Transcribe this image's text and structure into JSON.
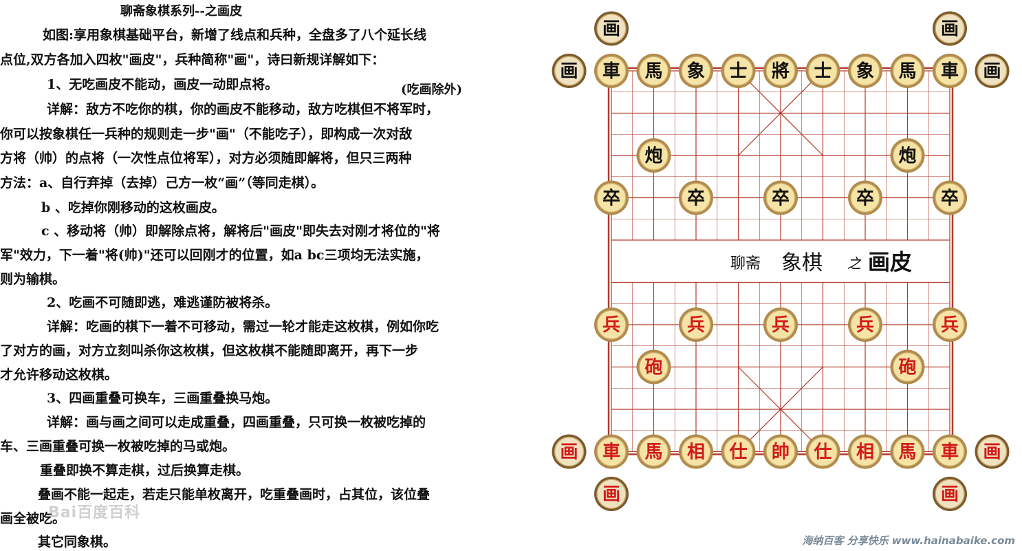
{
  "article": {
    "title": "聊斋象棋系列--之画皮",
    "except_note": "(吃画除外)",
    "lines": [
      "如图:享用象棋基础平台，新增了线点和兵种，全盘多了八个延长线",
      "点位,双方各加入四枚\"画皮\"，兵种简称\"画\"，诗曰新规详解如下：",
      "1、无吃画皮不能动，画皮一动即点将。",
      "详解：敌方不吃你的棋，你的画皮不能移动，敌方吃棋但不将军时，",
      "你可以按象棋任一兵种的规则走一步\"画\"（不能吃子），即构成一次对敌",
      "方将（帅）的点将（一次性点位将军），对方必须随即解将，但只三两种",
      "方法：a、自行弃掉（去掉）己方一枚“画”（等同走棋）。",
      "b 、吃掉你刚移动的这枚画皮。",
      "c 、移动将（帅）即解除点将，解将后\"画皮\"即失去对刚才将位的\"将",
      "军\"效力，下一着\"将(帅)\"还可以回刚才的位置，如a bc三项均无法实施，",
      "则为输棋。",
      "2、吃画不可随即逃，难逃谨防被将杀。",
      "详解：吃画的棋下一着不可移动，需过一轮才能走这枚棋，例如你吃",
      "了对方的画，对方立刻叫杀你这枚棋，但这枚棋不能随即离开，再下一步",
      "才允许移动这枚棋。",
      "3、四画重叠可换车，三画重叠换马炮。",
      "详解：画与画之间可以走成重叠，四画重叠，只可换一枚被吃掉的",
      "车、三画重叠可换一枚被吃掉的马或炮。",
      "重叠即换不算走棋，过后换算走棋。",
      "叠画不能一起走，若走只能单枚离开，吃重叠画时，占其位，该位叠",
      "画全被吃。",
      "其它同象棋。"
    ],
    "watermark": "Bai百度百科",
    "credit": "海纳百客 分享快乐 www.hainabaike.com"
  },
  "board": {
    "river_text_1": "聊斋",
    "river_text_2": "象棋",
    "river_text_3": "之",
    "river_text_4": "画皮",
    "colors": {
      "black_side": "#111111",
      "red_side": "#d21a1a",
      "line": "#b23a2a",
      "piece_face": "#f5e4a6",
      "piece_rim": "#c9a86a"
    },
    "pieces": [
      {
        "label": "画",
        "side": "black",
        "file": 0,
        "rank": -1
      },
      {
        "label": "画",
        "side": "black",
        "file": 8,
        "rank": -1
      },
      {
        "label": "画",
        "side": "black",
        "file": -1,
        "rank": 0
      },
      {
        "label": "車",
        "side": "black",
        "file": 0,
        "rank": 0
      },
      {
        "label": "馬",
        "side": "black",
        "file": 1,
        "rank": 0
      },
      {
        "label": "象",
        "side": "black",
        "file": 2,
        "rank": 0
      },
      {
        "label": "士",
        "side": "black",
        "file": 3,
        "rank": 0
      },
      {
        "label": "將",
        "side": "black",
        "file": 4,
        "rank": 0
      },
      {
        "label": "士",
        "side": "black",
        "file": 5,
        "rank": 0
      },
      {
        "label": "象",
        "side": "black",
        "file": 6,
        "rank": 0
      },
      {
        "label": "馬",
        "side": "black",
        "file": 7,
        "rank": 0
      },
      {
        "label": "車",
        "side": "black",
        "file": 8,
        "rank": 0
      },
      {
        "label": "画",
        "side": "black",
        "file": 9,
        "rank": 0
      },
      {
        "label": "炮",
        "side": "black",
        "file": 1,
        "rank": 2
      },
      {
        "label": "炮",
        "side": "black",
        "file": 7,
        "rank": 2
      },
      {
        "label": "卒",
        "side": "black",
        "file": 0,
        "rank": 3
      },
      {
        "label": "卒",
        "side": "black",
        "file": 2,
        "rank": 3
      },
      {
        "label": "卒",
        "side": "black",
        "file": 4,
        "rank": 3
      },
      {
        "label": "卒",
        "side": "black",
        "file": 6,
        "rank": 3
      },
      {
        "label": "卒",
        "side": "black",
        "file": 8,
        "rank": 3
      },
      {
        "label": "兵",
        "side": "red",
        "file": 0,
        "rank": 6
      },
      {
        "label": "兵",
        "side": "red",
        "file": 2,
        "rank": 6
      },
      {
        "label": "兵",
        "side": "red",
        "file": 4,
        "rank": 6
      },
      {
        "label": "兵",
        "side": "red",
        "file": 6,
        "rank": 6
      },
      {
        "label": "兵",
        "side": "red",
        "file": 8,
        "rank": 6
      },
      {
        "label": "砲",
        "side": "red",
        "file": 1,
        "rank": 7
      },
      {
        "label": "砲",
        "side": "red",
        "file": 7,
        "rank": 7
      },
      {
        "label": "画",
        "side": "red",
        "file": -1,
        "rank": 9
      },
      {
        "label": "車",
        "side": "red",
        "file": 0,
        "rank": 9
      },
      {
        "label": "馬",
        "side": "red",
        "file": 1,
        "rank": 9
      },
      {
        "label": "相",
        "side": "red",
        "file": 2,
        "rank": 9
      },
      {
        "label": "仕",
        "side": "red",
        "file": 3,
        "rank": 9
      },
      {
        "label": "帥",
        "side": "red",
        "file": 4,
        "rank": 9
      },
      {
        "label": "仕",
        "side": "red",
        "file": 5,
        "rank": 9
      },
      {
        "label": "相",
        "side": "red",
        "file": 6,
        "rank": 9
      },
      {
        "label": "馬",
        "side": "red",
        "file": 7,
        "rank": 9
      },
      {
        "label": "車",
        "side": "red",
        "file": 8,
        "rank": 9
      },
      {
        "label": "画",
        "side": "red",
        "file": 9,
        "rank": 9
      },
      {
        "label": "画",
        "side": "red",
        "file": 0,
        "rank": 10
      },
      {
        "label": "画",
        "side": "red",
        "file": 8,
        "rank": 10
      }
    ]
  }
}
